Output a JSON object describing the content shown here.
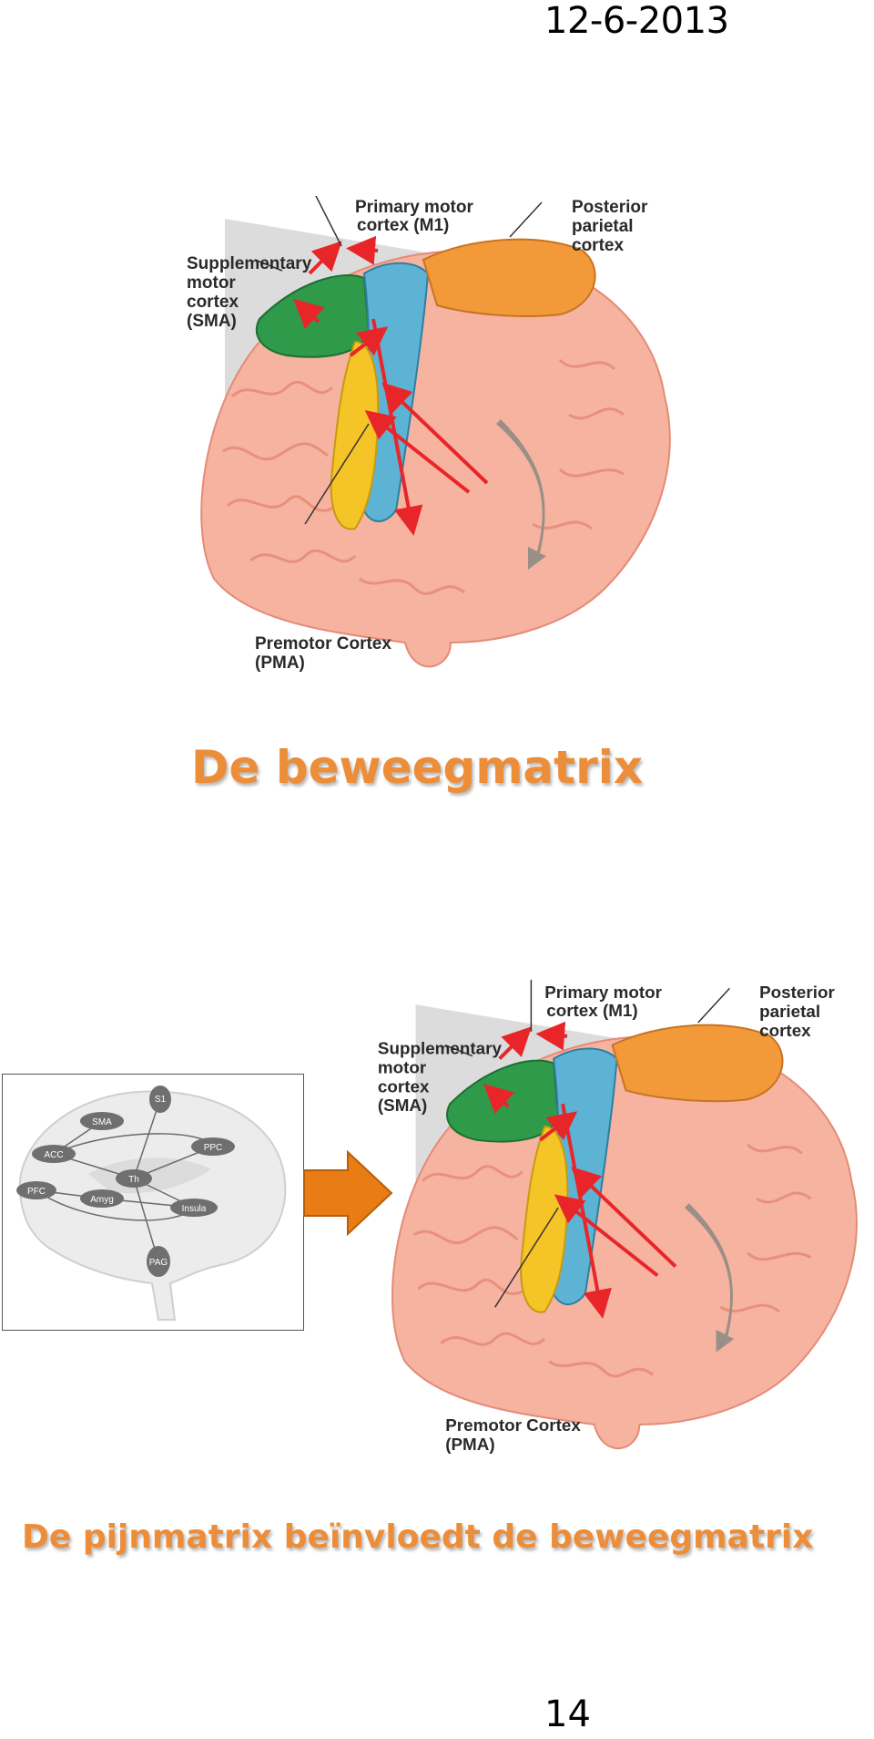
{
  "header": {
    "date": "12-6-2013"
  },
  "footer": {
    "page_number": "14"
  },
  "slides": [
    {
      "title": "De beweegmatrix",
      "labels": {
        "primary_1": "Primary motor",
        "primary_2": "cortex (M1)",
        "posterior_1": "Posterior",
        "posterior_2": "parietal",
        "posterior_3": "cortex",
        "sma_1": "Supplementary",
        "sma_2": "motor",
        "sma_3": "cortex",
        "sma_4": "(SMA)",
        "premotor_1": "Premotor Cortex",
        "premotor_2": "(PMA)"
      }
    },
    {
      "title": "De pijnmatrix beïnvloedt de beweegmatrix",
      "labels": {
        "primary_1": "Primary motor",
        "primary_2": "cortex (M1)",
        "posterior_1": "Posterior",
        "posterior_2": "parietal",
        "posterior_3": "cortex",
        "sma_1": "Supplementary",
        "sma_2": "motor",
        "sma_3": "cortex",
        "sma_4": "(SMA)",
        "premotor_1": "Premotor Cortex",
        "premotor_2": "(PMA)"
      },
      "pain_network_nodes": [
        "S1",
        "SMA",
        "PPC",
        "ACC",
        "Th",
        "PFC",
        "Amyg",
        "Insula",
        "PAG"
      ]
    }
  ],
  "colors": {
    "title": "#ec8d3a",
    "brain": "#f6b3a0",
    "sma": "#2e9a4a",
    "m1": "#5db3d4",
    "premotor": "#f5c427",
    "posterior_parietal": "#f29a3a",
    "arrow": "#e8262a",
    "transition_arrow": "#e97c14"
  }
}
